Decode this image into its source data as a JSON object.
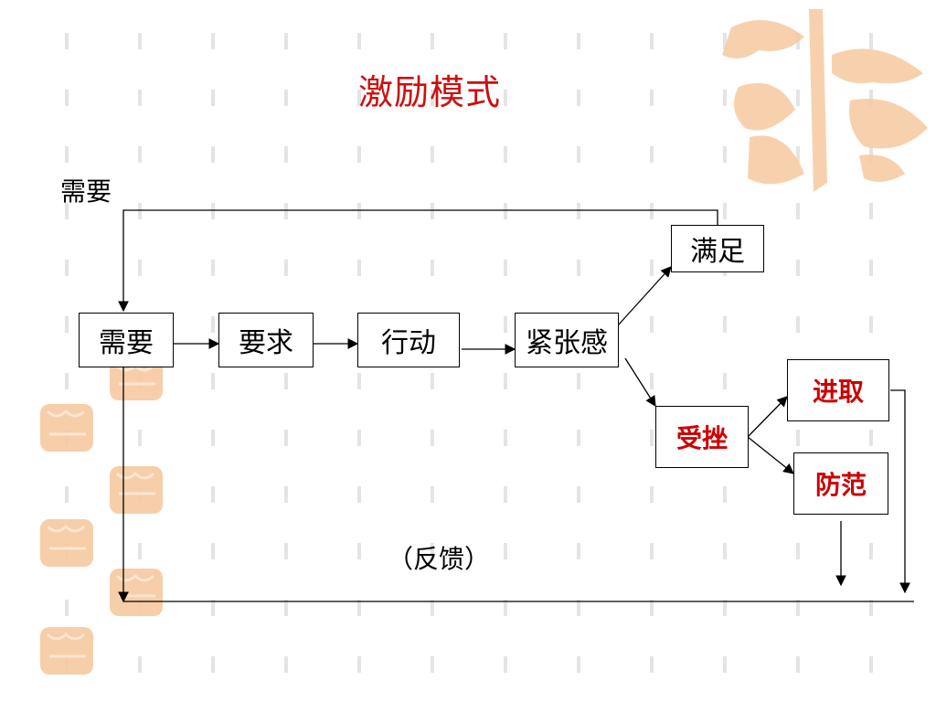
{
  "title": "激励模式",
  "side_label": "需要",
  "feedback_label": "（反馈）",
  "nodes": {
    "need": "需要",
    "demand": "要求",
    "action": "行动",
    "tension": "紧张感",
    "satisfaction": "满足",
    "frustration": "受挫",
    "enterprise": "进取",
    "defense": "防范"
  },
  "colors": {
    "title": "#cc1010",
    "highlight_text": "#cc0000",
    "watermark": "#f6c9a0",
    "background_pattern": "#e6e6e6"
  }
}
